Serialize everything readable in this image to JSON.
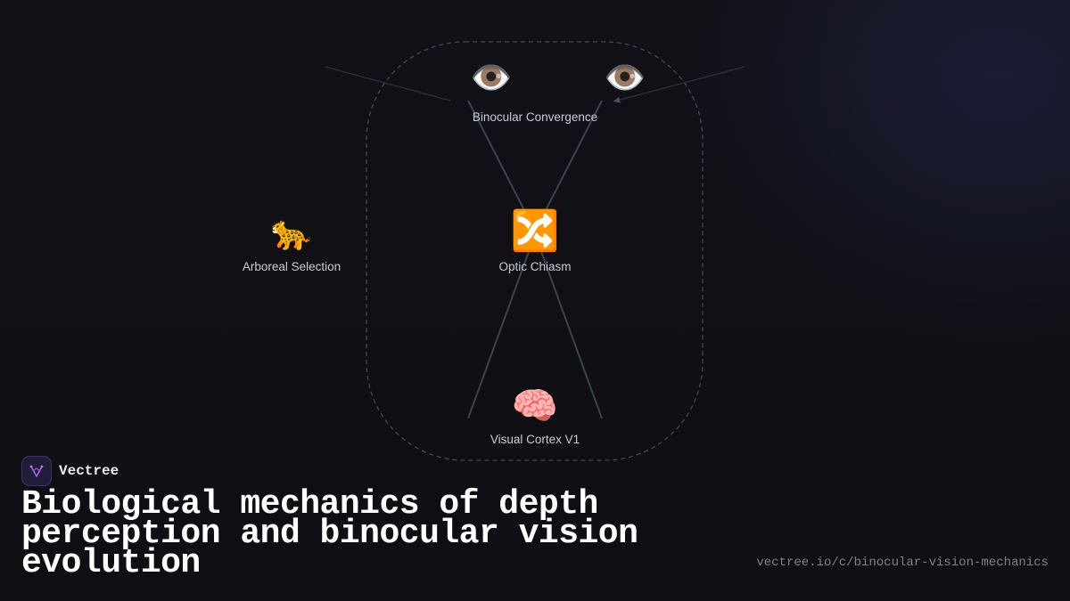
{
  "diagram": {
    "nodes": {
      "binocular_convergence": {
        "label": "Binocular Convergence",
        "icon": "eye-icon"
      },
      "arboreal_selection": {
        "label": "Arboreal Selection",
        "icon": "leopard-icon"
      },
      "optic_chiasm": {
        "label": "Optic Chiasm",
        "icon": "shuffle-icon"
      },
      "visual_cortex": {
        "label": "Visual Cortex V1",
        "icon": "brain-icon"
      }
    }
  },
  "brand": {
    "name": "Vectree"
  },
  "title": "Biological mechanics of depth perception and binocular vision evolution",
  "url": "vectree.io/c/binocular-vision-mechanics",
  "colors": {
    "background": "#0e0e13",
    "edge": "#3b4250",
    "boundary": "#3f4a5e",
    "text": "#c9ccd6",
    "brand_accent": "#b55fd6"
  }
}
